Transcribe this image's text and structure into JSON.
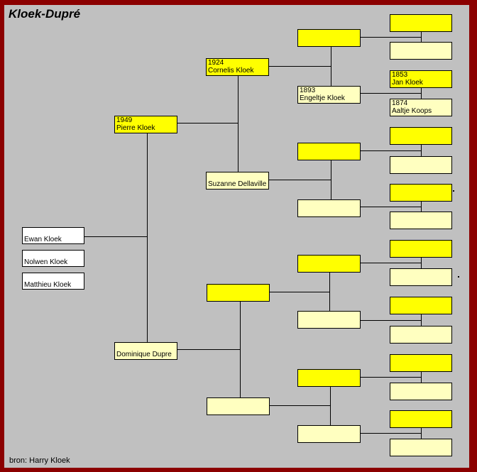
{
  "title": "Kloek-Dupré",
  "source": "bron: Harry Kloek",
  "colors": {
    "background": "#C0C0C0",
    "frame": "#8B0000",
    "male_box": "#FFFF00",
    "female_box": "#FFFFC0",
    "child_box": "#FFFFFF",
    "line": "#000000"
  },
  "persons": {
    "children": [
      {
        "name": "Ewan Kloek"
      },
      {
        "name": "Nolwen Kloek"
      },
      {
        "name": "Matthieu Kloek"
      }
    ],
    "father": {
      "year": "1949",
      "name": "Pierre Kloek"
    },
    "mother": {
      "name": "Dominique Dupre"
    },
    "paternal_grandfather": {
      "year": "1924",
      "name": "Cornelis Kloek"
    },
    "paternal_grandmother": {
      "name": "Suzanne Dellaville"
    },
    "paternal_great_grandmother": {
      "year": "1893",
      "name": "Engeltje Kloek"
    },
    "paternal_gg_grandfather": {
      "year": "1853",
      "name": "Jan Kloek"
    },
    "paternal_gg_grandmother": {
      "year": "1874",
      "name": "Aaltje Koops"
    }
  }
}
